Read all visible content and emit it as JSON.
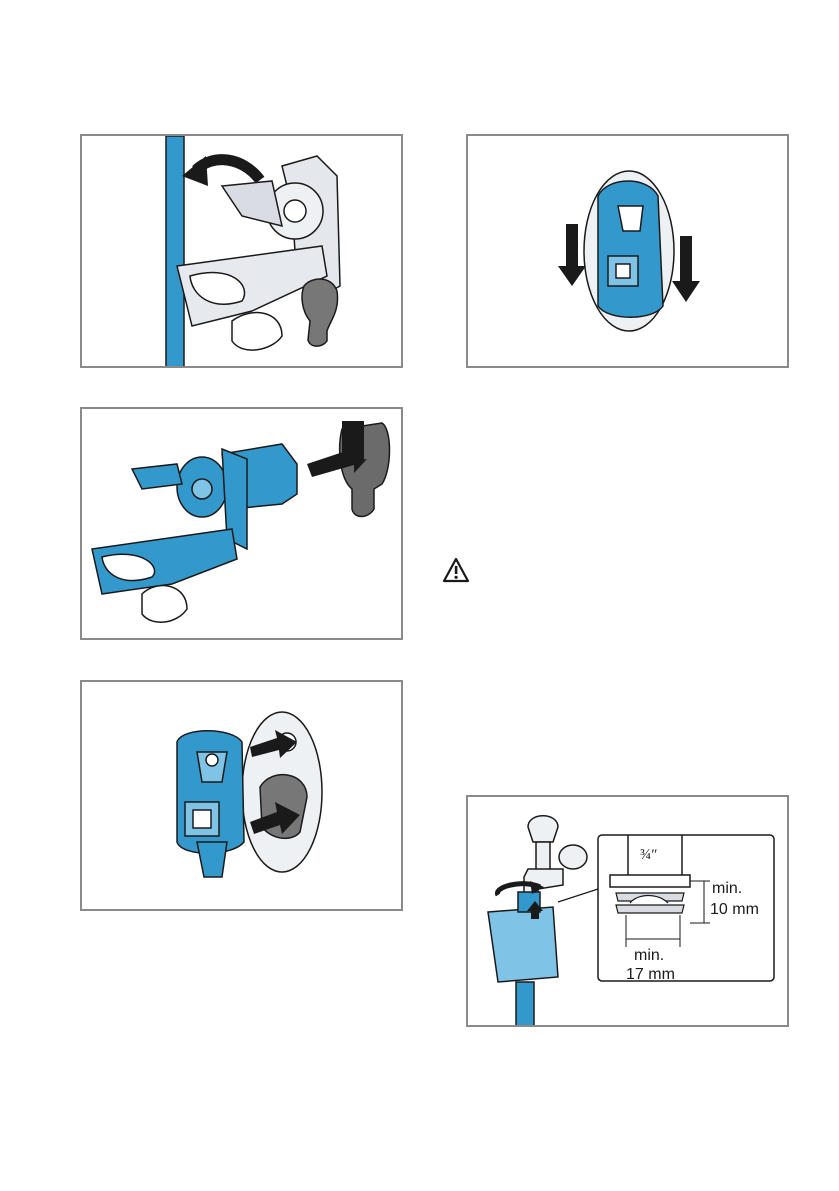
{
  "illustrations": {
    "hose_clip": {
      "name": "hose-clip-illustration"
    },
    "blue_holder": {
      "name": "blue-holder-slide-illustration"
    },
    "hose_holder_insert": {
      "name": "hose-holder-insert-illustration"
    },
    "holder_attach": {
      "name": "holder-attach-illustration"
    },
    "tap_connection": {
      "name": "tap-connection-illustration",
      "thread_label": "¾″",
      "min_height_label": [
        "min.",
        "10 mm"
      ],
      "min_width_label": [
        "min.",
        "17 mm"
      ]
    }
  },
  "warning_icon": "warning-triangle-icon",
  "colors": {
    "accent_blue": "#3399cc",
    "light_blue": "#7fc3e6",
    "frame_gray": "#8a8a8a",
    "part_gray": "#d9dde3"
  }
}
